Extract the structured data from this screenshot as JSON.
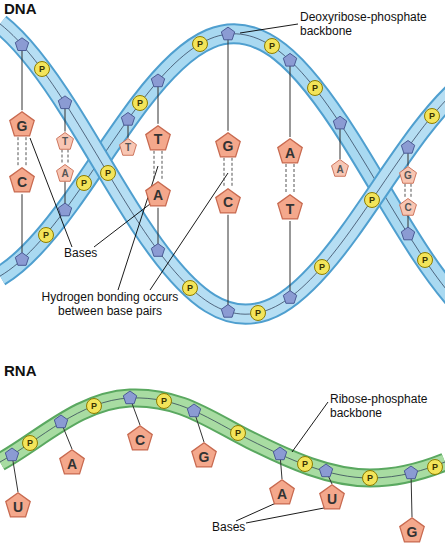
{
  "diagram": {
    "nodes": [
      {
        "text": [
          "G"
        ]
      },
      {
        "text": [
          "C"
        ]
      },
      {
        "text": [
          "T"
        ]
      },
      {
        "text": [
          "A"
        ]
      },
      {
        "text": [
          "T"
        ]
      },
      {
        "text": [
          "T"
        ]
      },
      {
        "text": [
          "A"
        ]
      },
      {
        "text": [
          "G"
        ]
      },
      {
        "text": [
          "C"
        ]
      },
      {
        "text": [
          "A"
        ]
      },
      {
        "text": [
          "T"
        ]
      },
      {
        "text": [
          "A"
        ]
      },
      {
        "text": [
          "G"
        ]
      },
      {
        "text": [
          "C"
        ]
      },
      {
        "text": [
          "P"
        ]
      },
      {
        "text": [
          "P"
        ]
      },
      {
        "text": [
          "P"
        ]
      },
      {
        "text": [
          "P"
        ]
      },
      {
        "text": [
          "P"
        ]
      },
      {
        "text": [
          "P"
        ]
      },
      {
        "text": [
          "P"
        ]
      },
      {
        "text": [
          "P"
        ]
      },
      {
        "text": [
          "P"
        ]
      },
      {
        "text": [
          "P"
        ]
      },
      {
        "text": [
          "P"
        ]
      },
      {
        "text": [
          "P"
        ]
      },
      {
        "text": [
          "P"
        ]
      },
      {
        "text": [
          "P"
        ]
      },
      {
        "text": [
          "U"
        ]
      },
      {
        "text": [
          "A"
        ]
      },
      {
        "text": [
          "C"
        ]
      },
      {
        "text": [
          "G"
        ]
      },
      {
        "text": [
          "A"
        ]
      },
      {
        "text": [
          "U"
        ]
      },
      {
        "text": [
          "G"
        ]
      },
      {
        "text": [
          "P"
        ]
      },
      {
        "text": [
          "P"
        ]
      },
      {
        "text": [
          "P"
        ]
      },
      {
        "text": [
          "P"
        ]
      },
      {
        "text": [
          "P"
        ]
      },
      {
        "text": [
          "P"
        ]
      },
      {
        "text": [
          "P"
        ]
      }
    ],
    "edges": [
      {
        "from": 0,
        "to": 1,
        "arrow": "none"
      },
      {
        "from": 2,
        "to": 3,
        "arrow": "none"
      },
      {
        "from": 5,
        "to": 6,
        "arrow": "none"
      },
      {
        "from": 7,
        "to": 8,
        "arrow": "none"
      },
      {
        "from": 9,
        "to": 10,
        "arrow": "none"
      },
      {
        "from": 12,
        "to": 13,
        "arrow": "none"
      }
    ],
    "labels": [
      "DNA",
      "Deoxyribose-phosphate backbone",
      "Bases",
      "Hydrogen bonding occurs between base pairs",
      "RNA",
      "Ribose-phosphate backbone",
      "Bases"
    ]
  }
}
